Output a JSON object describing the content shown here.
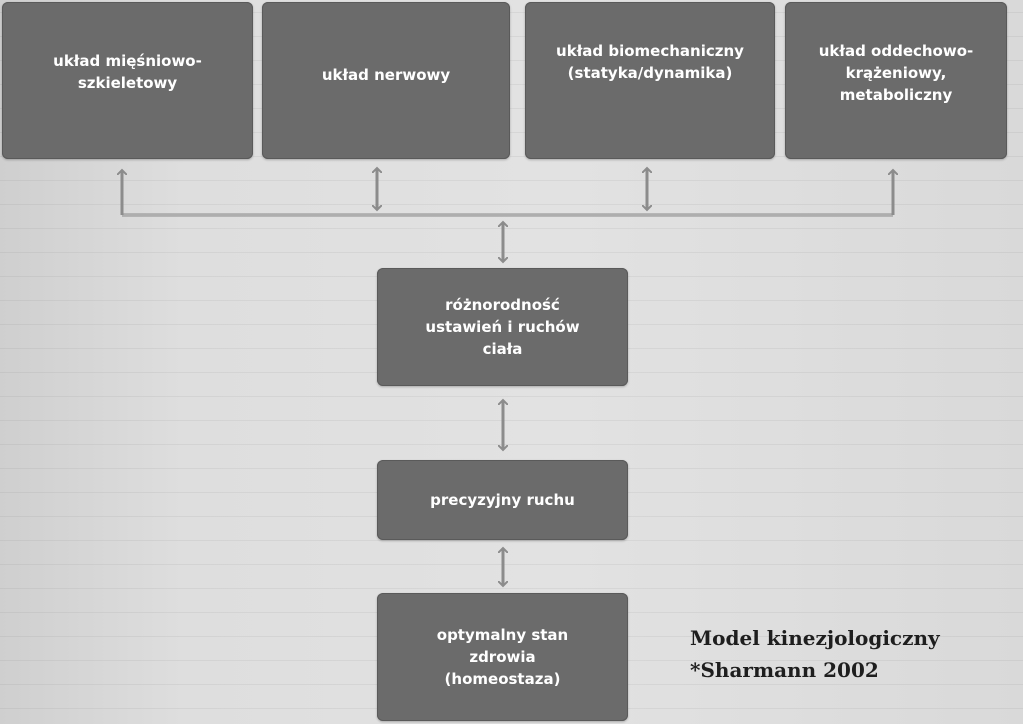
{
  "diagram": {
    "nodes": [
      {
        "id": "box-1",
        "label": "układ mięśniowo-\nszkieletowy"
      },
      {
        "id": "box-2",
        "label": "układ nerwowy"
      },
      {
        "id": "box-3",
        "label": "układ biomechaniczny\n(statyka/dynamika)"
      },
      {
        "id": "box-4",
        "label": "układ oddechowo-\nkrążeniowy,\nmetaboliczny"
      },
      {
        "id": "box-5",
        "label": "różnorodność\nustawień i ruchów\nciała"
      },
      {
        "id": "box-6",
        "label": "precyzyjny ruchu"
      },
      {
        "id": "box-7",
        "label": "optymalny stan\nzdrowia\n(homeostaza)"
      }
    ],
    "edges": [
      {
        "from": "box-1",
        "to": "box-5",
        "direction": "both"
      },
      {
        "from": "box-2",
        "to": "box-5",
        "direction": "both"
      },
      {
        "from": "box-3",
        "to": "box-5",
        "direction": "both"
      },
      {
        "from": "box-4",
        "to": "box-5",
        "direction": "both"
      },
      {
        "from": "box-5",
        "to": "box-6",
        "direction": "both"
      },
      {
        "from": "box-6",
        "to": "box-7",
        "direction": "both"
      }
    ],
    "caption": {
      "line1": "Model kinezjologiczny",
      "line2": "*Sharmann 2002"
    },
    "colors": {
      "box_fill": "#6b6b6b",
      "box_text": "#ffffff",
      "arrow": "#8c8c8c",
      "caption_text": "#1e1e1e"
    }
  }
}
